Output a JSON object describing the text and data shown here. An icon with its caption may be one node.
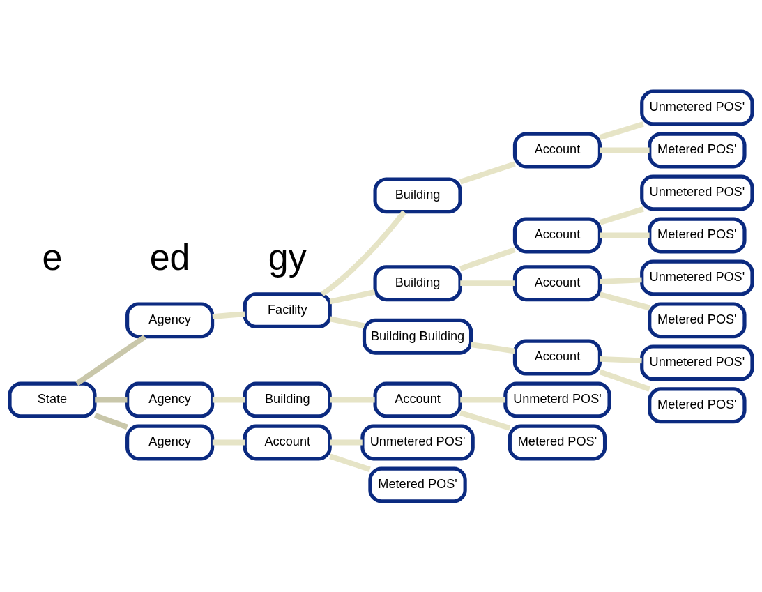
{
  "diagram": {
    "nodes": [
      {
        "text": [
          "State"
        ]
      },
      {
        "text": [
          "Agency"
        ]
      },
      {
        "text": [
          "Facility"
        ]
      },
      {
        "text": [
          "Building"
        ]
      },
      {
        "text": [
          "Account"
        ]
      },
      {
        "text": [
          "Unmetered POS'"
        ]
      },
      {
        "text": [
          "Metered POS'"
        ]
      },
      {
        "text": [
          "Building"
        ]
      },
      {
        "text": [
          "Account"
        ]
      },
      {
        "text": [
          "Unmetered POS'"
        ]
      },
      {
        "text": [
          "Metered POS'"
        ]
      },
      {
        "text": [
          "Account"
        ]
      },
      {
        "text": [
          "Unmetered POS'"
        ]
      },
      {
        "text": [
          "Metered POS'"
        ]
      },
      {
        "text": [
          "Building Building"
        ]
      },
      {
        "text": [
          "Account"
        ]
      },
      {
        "text": [
          "Unmetered POS'"
        ]
      },
      {
        "text": [
          "Metered POS'"
        ]
      },
      {
        "text": [
          "Agency"
        ]
      },
      {
        "text": [
          "Building"
        ]
      },
      {
        "text": [
          "Account"
        ]
      },
      {
        "text": [
          "Unmeterd POS'"
        ]
      },
      {
        "text": [
          "Metered POS'"
        ]
      },
      {
        "text": [
          "Agency"
        ]
      },
      {
        "text": [
          "Account"
        ]
      },
      {
        "text": [
          "Unmetered POS'"
        ]
      },
      {
        "text": [
          "Metered POS'"
        ]
      }
    ],
    "edges": [
      {
        "from": 0,
        "to": 1,
        "arrow": "none",
        "color": "#c9c7aa"
      },
      {
        "from": 1,
        "to": 2,
        "arrow": "none"
      },
      {
        "from": 2,
        "to": 3,
        "arrow": "none"
      },
      {
        "from": 3,
        "to": 4,
        "arrow": "none"
      },
      {
        "from": 4,
        "to": 5,
        "arrow": "none"
      },
      {
        "from": 4,
        "to": 6,
        "arrow": "none"
      },
      {
        "from": 2,
        "to": 7,
        "arrow": "none"
      },
      {
        "from": 7,
        "to": 8,
        "arrow": "none"
      },
      {
        "from": 8,
        "to": 9,
        "arrow": "none"
      },
      {
        "from": 8,
        "to": 10,
        "arrow": "none"
      },
      {
        "from": 7,
        "to": 11,
        "arrow": "none"
      },
      {
        "from": 11,
        "to": 12,
        "arrow": "none"
      },
      {
        "from": 11,
        "to": 13,
        "arrow": "none"
      },
      {
        "from": 2,
        "to": 14,
        "arrow": "none"
      },
      {
        "from": 14,
        "to": 15,
        "arrow": "none"
      },
      {
        "from": 15,
        "to": 16,
        "arrow": "none"
      },
      {
        "from": 15,
        "to": 17,
        "arrow": "none"
      },
      {
        "from": 0,
        "to": 18,
        "arrow": "none",
        "color": "#c9c7aa"
      },
      {
        "from": 18,
        "to": 19,
        "arrow": "none"
      },
      {
        "from": 19,
        "to": 20,
        "arrow": "none"
      },
      {
        "from": 20,
        "to": 21,
        "arrow": "none"
      },
      {
        "from": 20,
        "to": 22,
        "arrow": "none"
      },
      {
        "from": 0,
        "to": 23,
        "arrow": "none",
        "color": "#c9c7aa"
      },
      {
        "from": 23,
        "to": 24,
        "arrow": "none"
      },
      {
        "from": 24,
        "to": 25,
        "arrow": "none"
      },
      {
        "from": 24,
        "to": 26,
        "arrow": "none"
      }
    ],
    "labels": [
      "e",
      "ed",
      "gy"
    ]
  }
}
